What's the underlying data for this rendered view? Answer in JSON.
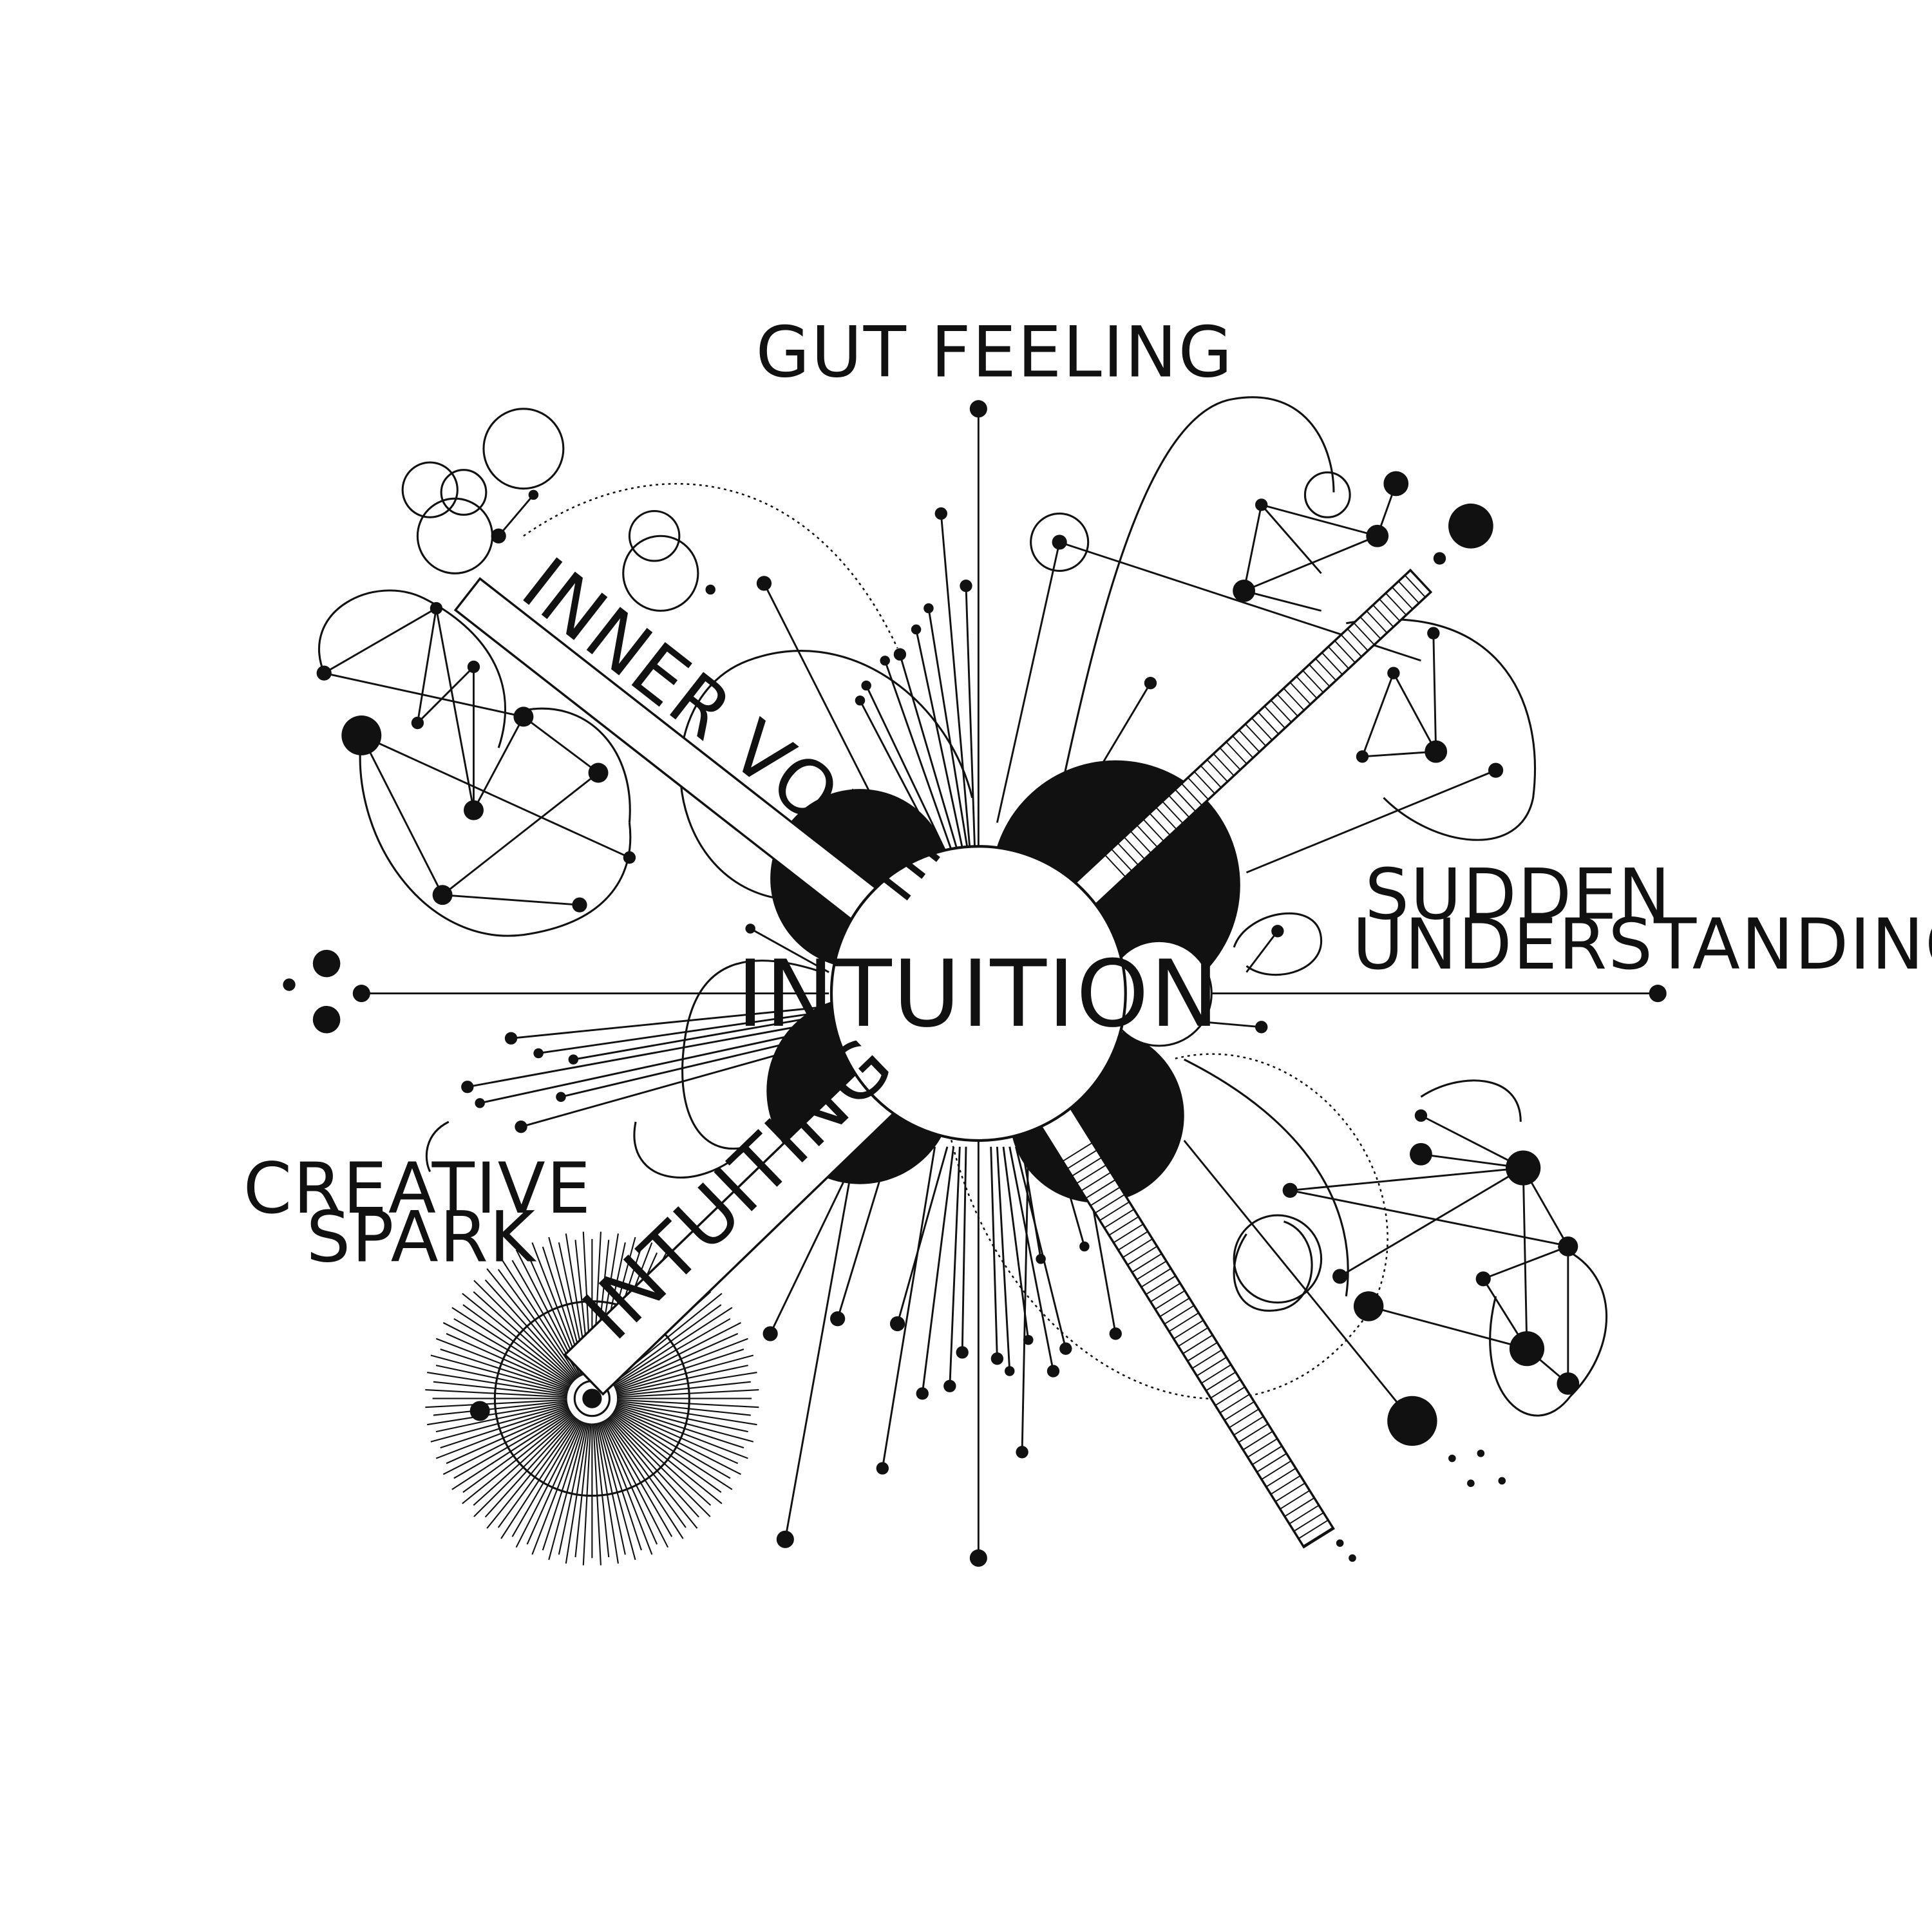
{
  "diagram": {
    "center_label": "INTUITION",
    "labels": {
      "gut_feeling": "GUT FEELING",
      "sudden_understanding_line1": "SUDDEN",
      "sudden_understanding_line2": "UNDERSTANDING",
      "creative_spark_line1": "CREATIVE",
      "creative_spark_line2": "SPARK",
      "inner_voice": "INNER VOICE",
      "intuiting": "INTUITING"
    },
    "colors": {
      "ink": "#111111",
      "background": "#ffffff"
    }
  }
}
